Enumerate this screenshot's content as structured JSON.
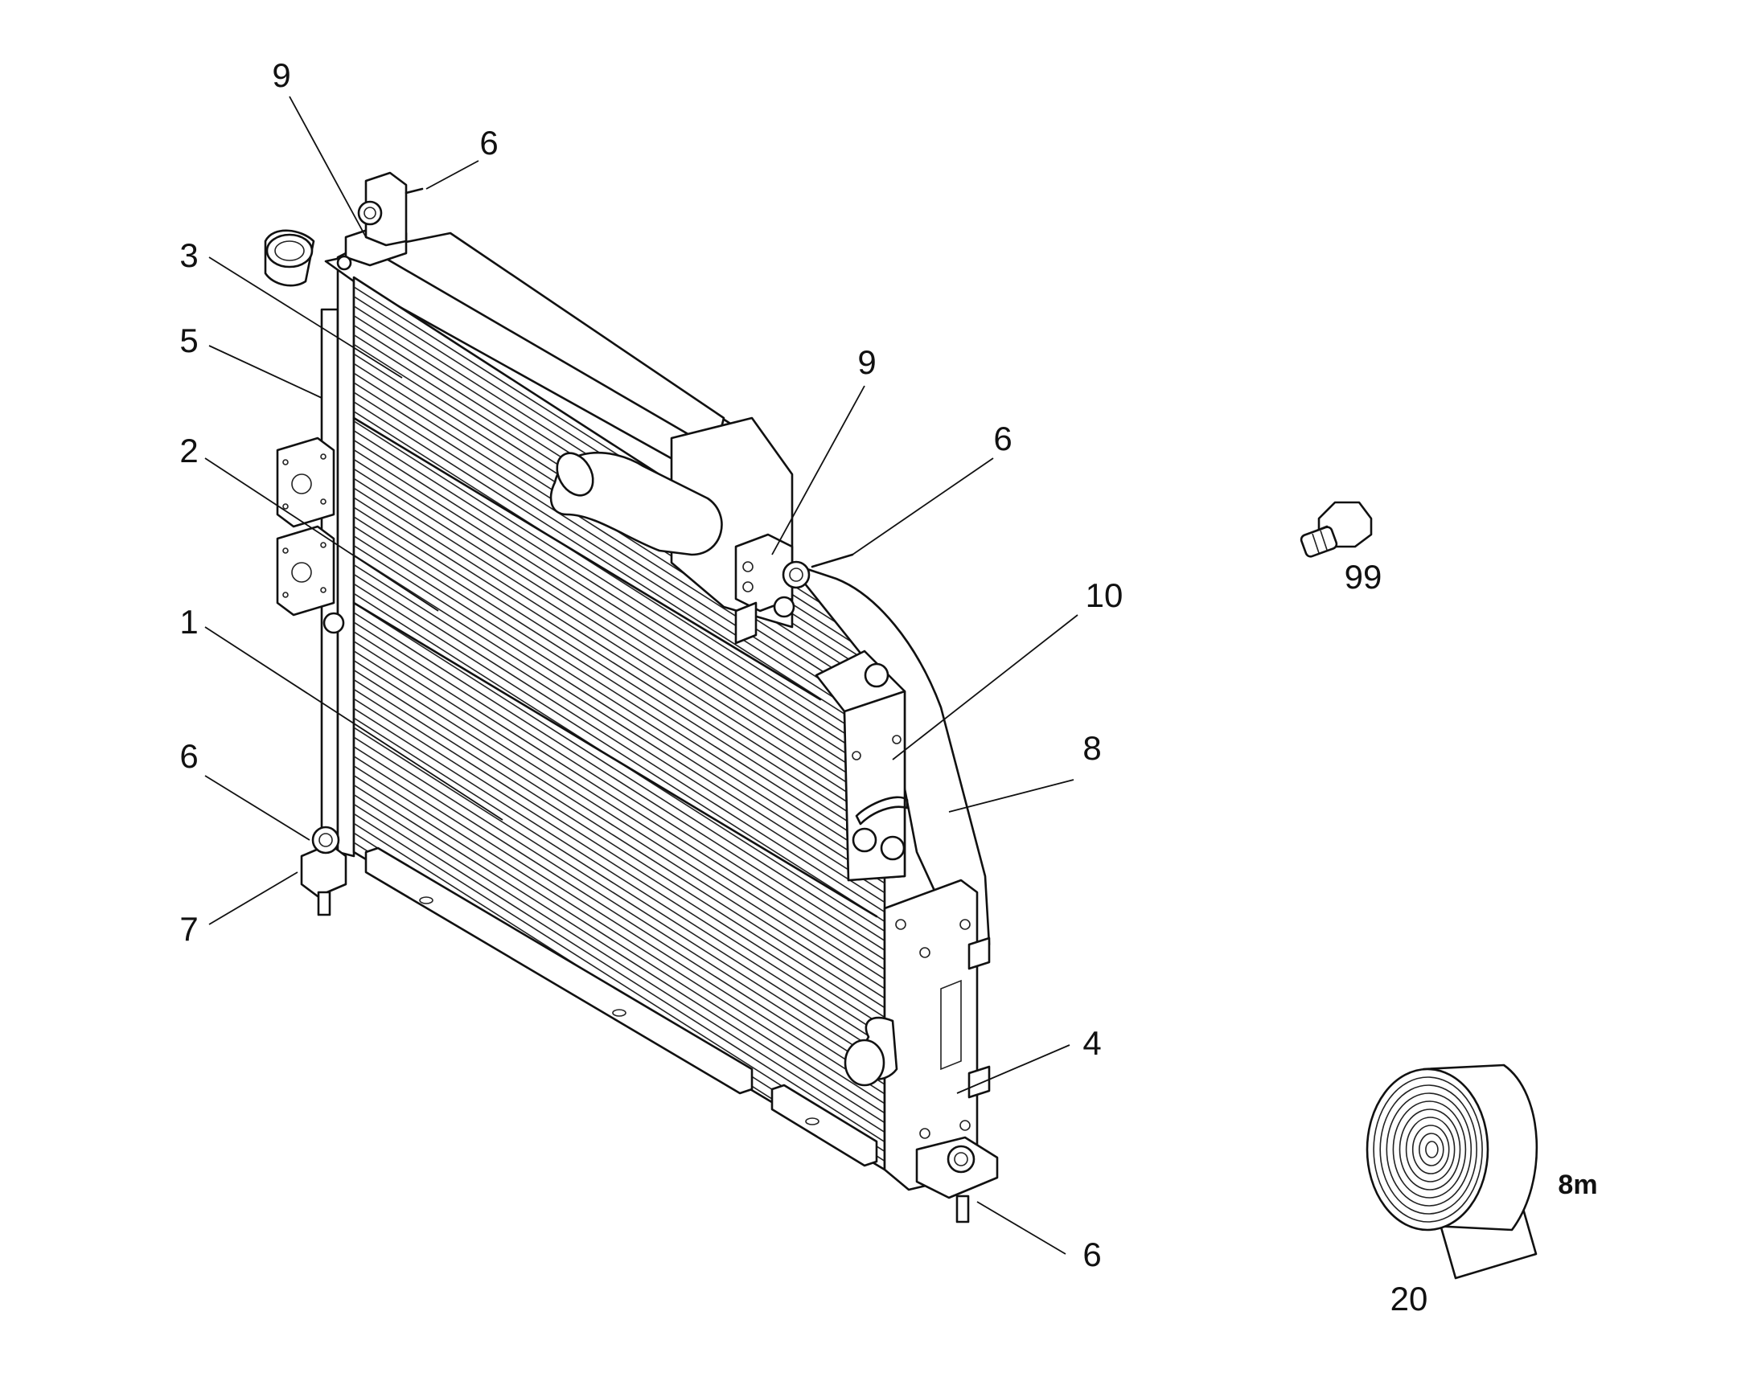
{
  "diagram": {
    "callouts": [
      {
        "id": "c9a",
        "text": "9"
      },
      {
        "id": "c6a",
        "text": "6"
      },
      {
        "id": "c3",
        "text": "3"
      },
      {
        "id": "c5",
        "text": "5"
      },
      {
        "id": "c2",
        "text": "2"
      },
      {
        "id": "c9b",
        "text": "9"
      },
      {
        "id": "c6b",
        "text": "6"
      },
      {
        "id": "c10",
        "text": "10"
      },
      {
        "id": "c1",
        "text": "1"
      },
      {
        "id": "c8",
        "text": "8"
      },
      {
        "id": "c6c",
        "text": "6"
      },
      {
        "id": "c7",
        "text": "7"
      },
      {
        "id": "c4",
        "text": "4"
      },
      {
        "id": "c6d",
        "text": "6"
      },
      {
        "id": "c99",
        "text": "99"
      },
      {
        "id": "c20",
        "text": "20"
      }
    ],
    "tape_length_label": "8m"
  }
}
